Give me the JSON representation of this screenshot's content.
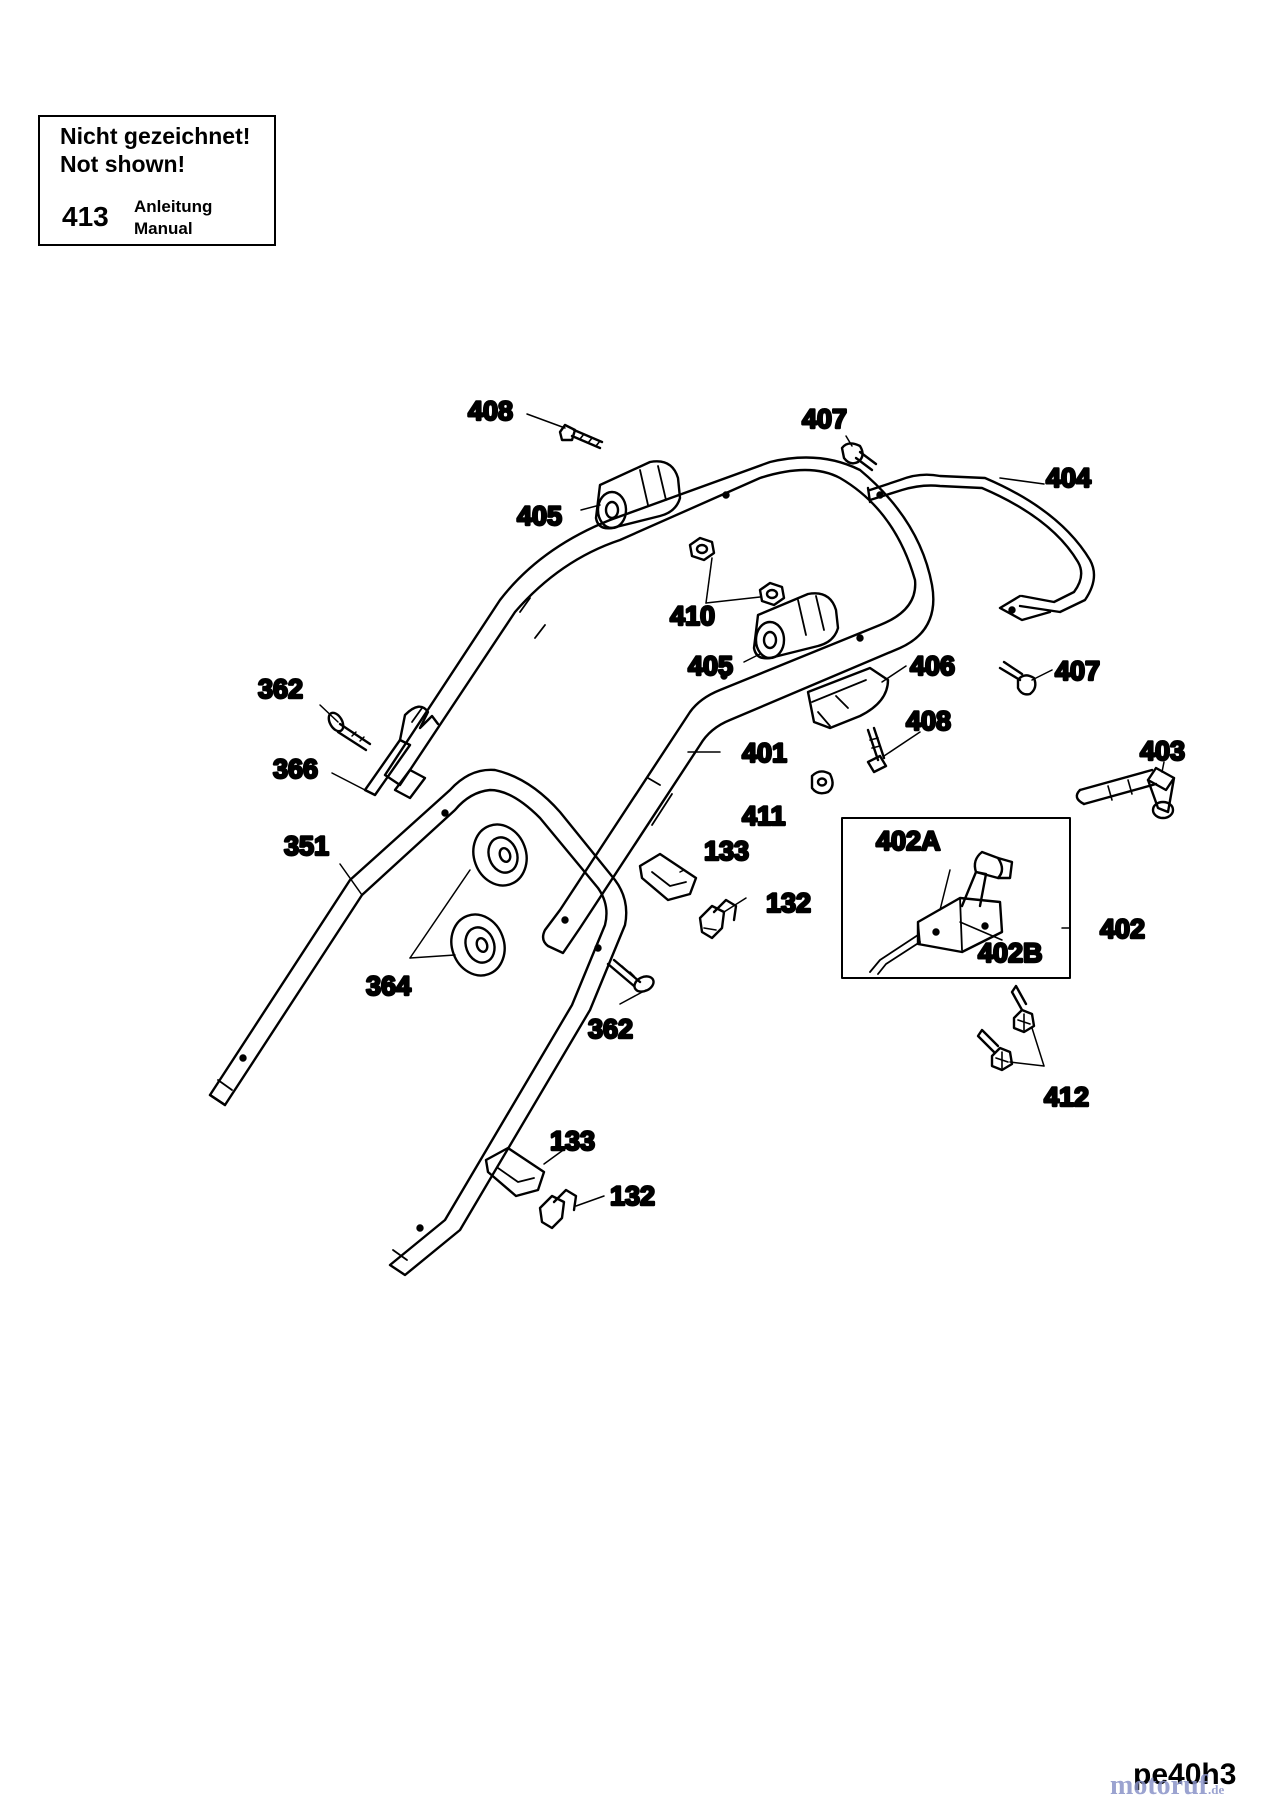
{
  "note_box": {
    "line1": "Nicht gezeichnet!",
    "line2": "Not shown!",
    "part_number": "413",
    "desc_de": "Anleitung",
    "desc_en": "Manual"
  },
  "labels": {
    "p408a": "408",
    "p407a": "407",
    "p404": "404",
    "p405a": "405",
    "p410": "410",
    "p405b": "405",
    "p406": "406",
    "p407b": "407",
    "p362a": "362",
    "p408b": "408",
    "p366": "366",
    "p401": "401",
    "p403": "403",
    "p351": "351",
    "p411": "411",
    "p133a": "133",
    "p402A": "402A",
    "p132a": "132",
    "p402": "402",
    "p402B": "402B",
    "p364": "364",
    "p362b": "362",
    "p412": "412",
    "p133b": "133",
    "p132b": "132"
  },
  "footer": {
    "drawing_code": "pe40h3",
    "brand": "motoruf",
    "brand_suffix": ".de"
  },
  "colors": {
    "line": "#000000",
    "background": "#ffffff",
    "watermark": "#8a93c8"
  }
}
